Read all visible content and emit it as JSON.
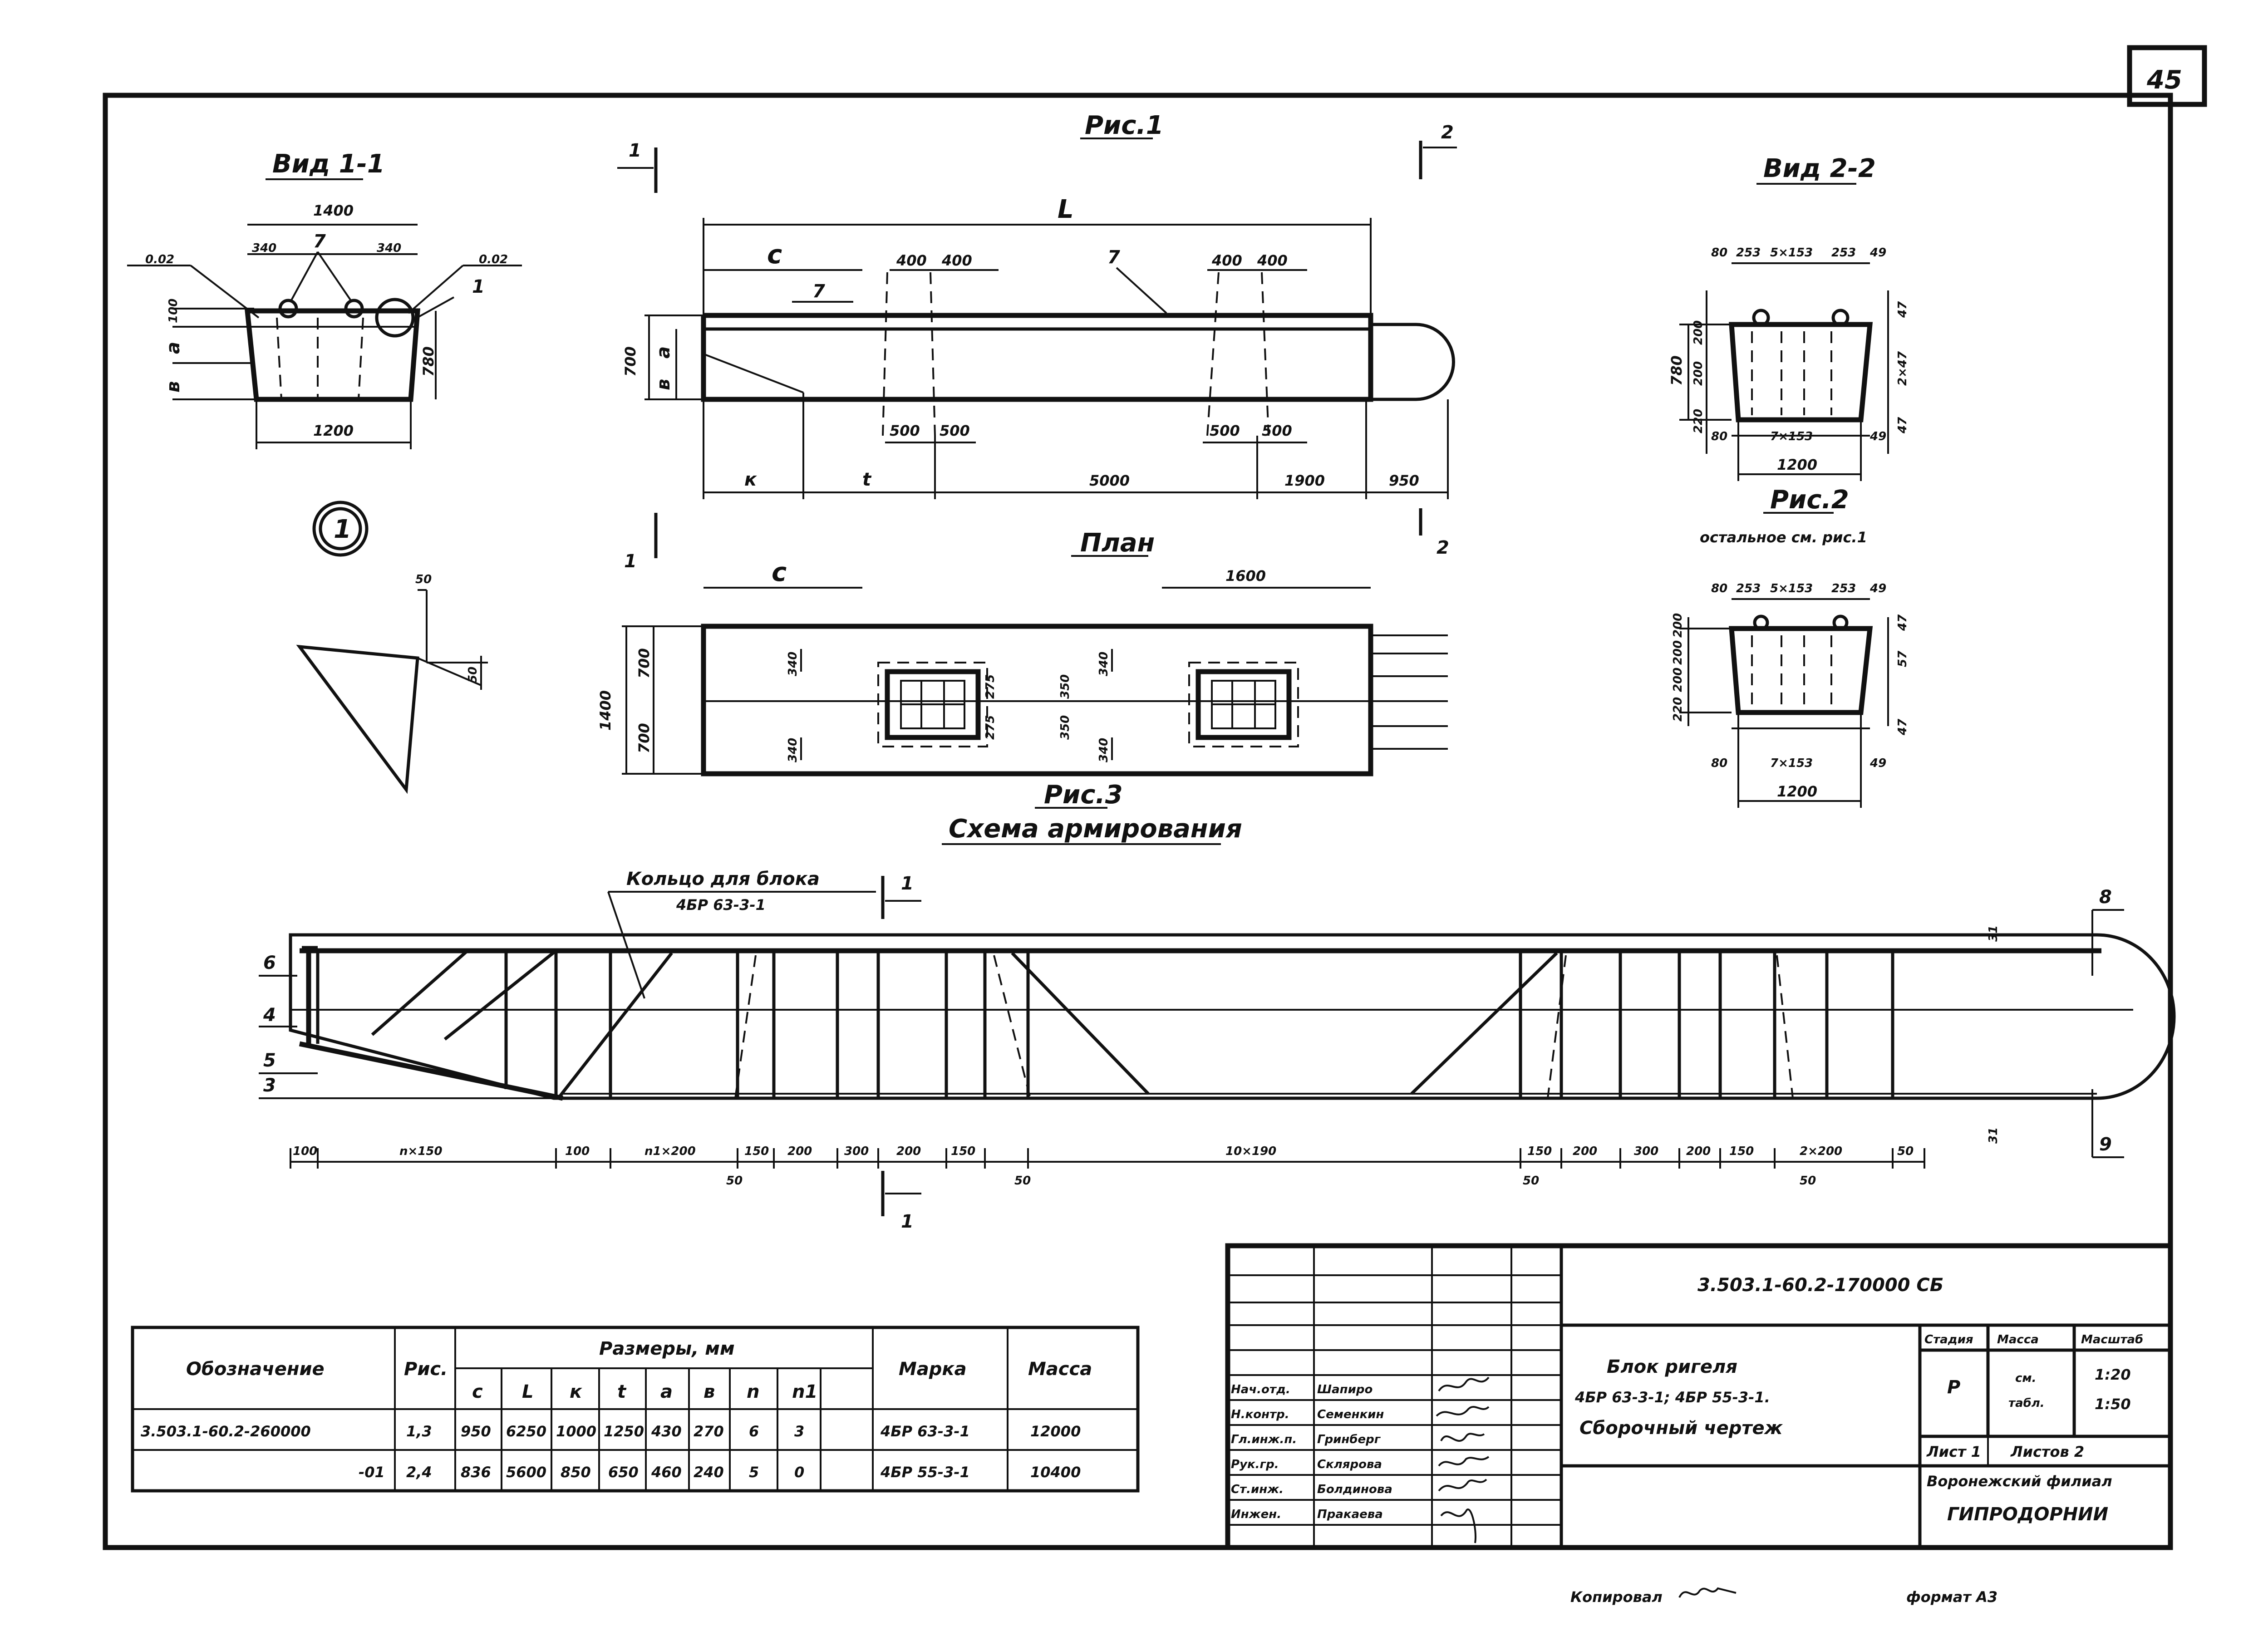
{
  "sheet": {
    "page_number": "45",
    "copied_by": "Копировал",
    "format": "формат А3"
  },
  "fig1": {
    "caption": "Рис.1",
    "dims": {
      "L": "L",
      "c": "c",
      "k": "к",
      "t": "t",
      "d5000": "5000",
      "d1900": "1900",
      "d950": "950",
      "d400a": "400",
      "d400b": "400",
      "d400c": "400",
      "d400d": "400",
      "d500a": "500",
      "d500b": "500",
      "d500c": "500",
      "d500d": "500",
      "h700": "700",
      "a": "a",
      "b": "в",
      "mark7": "7",
      "mark7b": "7"
    }
  },
  "section_marks": {
    "s1": "1",
    "s2": "2"
  },
  "view11": {
    "title": "Вид 1-1",
    "d1400": "1400",
    "d340a": "340",
    "d340b": "340",
    "d1200": "1200",
    "h780": "780",
    "slope_l": "0.02",
    "slope_r": "0.02",
    "a": "a",
    "b": "в",
    "d100": "100",
    "pos7": "7",
    "pos1": "1"
  },
  "node1": {
    "label": "1",
    "d50a": "50",
    "d50b": "50"
  },
  "view22": {
    "title": "Вид 2-2",
    "top": [
      "80",
      "253",
      "5×153",
      "253",
      "49"
    ],
    "left": [
      "200",
      "200",
      "220"
    ],
    "h780": "780",
    "bot": [
      "80",
      "7×153",
      "49"
    ],
    "d1200": "1200",
    "right": [
      "47",
      "2×47",
      "47"
    ]
  },
  "fig2": {
    "caption": "Рис.2",
    "note": "остальное см. рис.1",
    "top": [
      "80",
      "253",
      "5×153",
      "253",
      "49"
    ],
    "left": [
      "220",
      "200",
      "200",
      "200"
    ],
    "bot": [
      "80",
      "7×153",
      "49"
    ],
    "d1200": "1200",
    "right": [
      "47",
      "57",
      "47"
    ]
  },
  "plan": {
    "title": "План",
    "c": "c",
    "d1600": "1600",
    "d1400": "1400",
    "d700a": "700",
    "d700b": "700",
    "d340a": "340",
    "d340b": "340",
    "d340c": "340",
    "d340d": "340",
    "d275a": "275",
    "d275b": "275",
    "d350a": "350",
    "d350b": "350"
  },
  "fig3": {
    "caption": "Рис.3",
    "title": "Схема армирования",
    "ring_label": "Кольцо для блока",
    "ring_mark": "4БР 63-3-1",
    "pos": [
      "6",
      "4",
      "5",
      "3",
      "8",
      "9"
    ],
    "dims": [
      "100",
      "n×150",
      "100",
      "n1×200",
      "150",
      "200",
      "300",
      "200",
      "150",
      "10×190",
      "150",
      "200",
      "300",
      "200",
      "150",
      "2×200",
      "50"
    ],
    "sub50": [
      "50",
      "50",
      "50",
      "50"
    ],
    "s31a": "31",
    "s31b": "31"
  },
  "table": {
    "h_designation": "Обозначение",
    "h_fig": "Рис.",
    "h_dims": "Размеры, мм",
    "h_sub": [
      "c",
      "L",
      "к",
      "t",
      "a",
      "в",
      "n",
      "n1"
    ],
    "h_mark": "Марка",
    "h_mass": "Масса",
    "rows": [
      {
        "designation": "3.503.1-60.2-260000",
        "fig": "1,3",
        "vals": [
          "950",
          "6250",
          "1000",
          "1250",
          "430",
          "270",
          "6",
          "3"
        ],
        "mark": "4БР 63-3-1",
        "mass": "12000"
      },
      {
        "designation": "-01",
        "fig": "2,4",
        "vals": [
          "836",
          "5600",
          "850",
          "650",
          "460",
          "240",
          "5",
          "0"
        ],
        "mark": "4БР 55-3-1",
        "mass": "10400"
      }
    ]
  },
  "title_block": {
    "code": "3.503.1-60.2-170000 СБ",
    "name_lines": [
      "Блок ригеля",
      "4БР 63-3-1; 4БР 55-3-1.",
      "Сборочный чертеж"
    ],
    "people": [
      {
        "role": "Нач.отд.",
        "name": "Шапиро"
      },
      {
        "role": "Н.контр.",
        "name": "Семенкин"
      },
      {
        "role": "Гл.инж.п.",
        "name": "Гринберг"
      },
      {
        "role": "Рук.гр.",
        "name": "Склярова"
      },
      {
        "role": "Ст.инж.",
        "name": "Болдинова"
      },
      {
        "role": "Инжен.",
        "name": "Пракаева"
      }
    ],
    "h_stage": "Стадия",
    "h_mass": "Масса",
    "h_scale": "Масштаб",
    "stage": "Р",
    "mass_1": "см.",
    "mass_2": "табл.",
    "scale_1": "1:20",
    "scale_2": "1:50",
    "sheet": "Лист 1",
    "sheets": "Листов 2",
    "org_1": "Воронежский филиал",
    "org_2": "ГИПРОДОРНИИ"
  }
}
